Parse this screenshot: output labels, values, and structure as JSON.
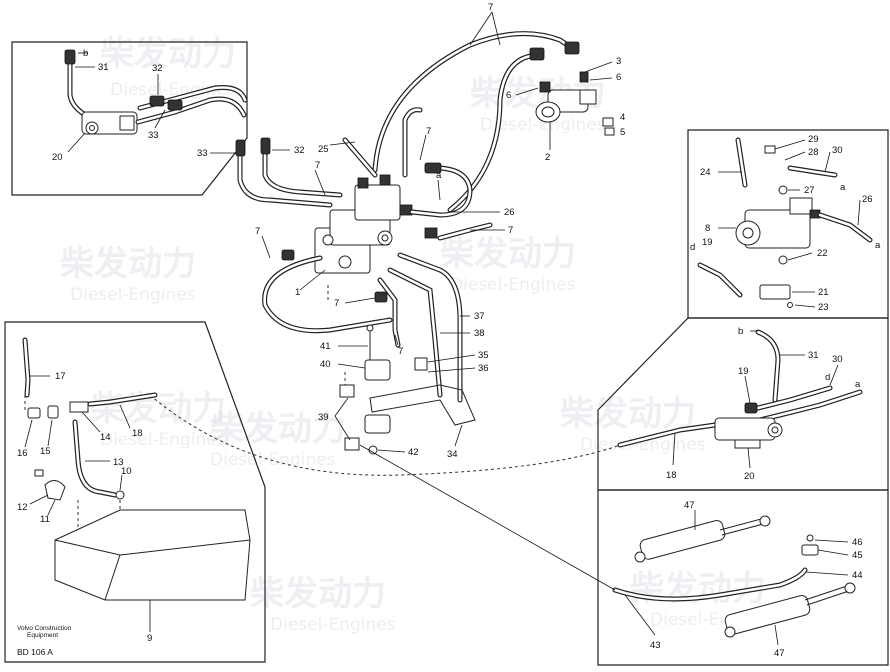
{
  "watermark": {
    "cn": "柴发动力",
    "en": "Diesel-Engines"
  },
  "caption": {
    "company": "Volvo Construction",
    "dept": "Equipment",
    "code": "BD 106 A"
  },
  "labels": {
    "n1": "1",
    "n2": "2",
    "n3": "3",
    "n4": "4",
    "n5": "5",
    "n6": "6",
    "n7": "7",
    "n8": "8",
    "n9": "9",
    "n10": "10",
    "n11": "11",
    "n12": "12",
    "n13": "13",
    "n14": "14",
    "n15": "15",
    "n16": "16",
    "n17": "17",
    "n18": "18",
    "n19": "19",
    "n20": "20",
    "n21": "21",
    "n22": "22",
    "n23": "23",
    "n24": "24",
    "n25": "25",
    "n26": "26",
    "n27": "27",
    "n28": "28",
    "n29": "29",
    "n30": "30",
    "n31": "31",
    "n32": "32",
    "n33": "33",
    "n34": "34",
    "n35": "35",
    "n36": "36",
    "n37": "37",
    "n38": "38",
    "n39": "39",
    "n40": "40",
    "n41": "41",
    "n42": "42",
    "n43": "43",
    "n44": "44",
    "n45": "45",
    "n46": "46",
    "n47": "47",
    "a": "a",
    "b": "b",
    "d": "d"
  }
}
